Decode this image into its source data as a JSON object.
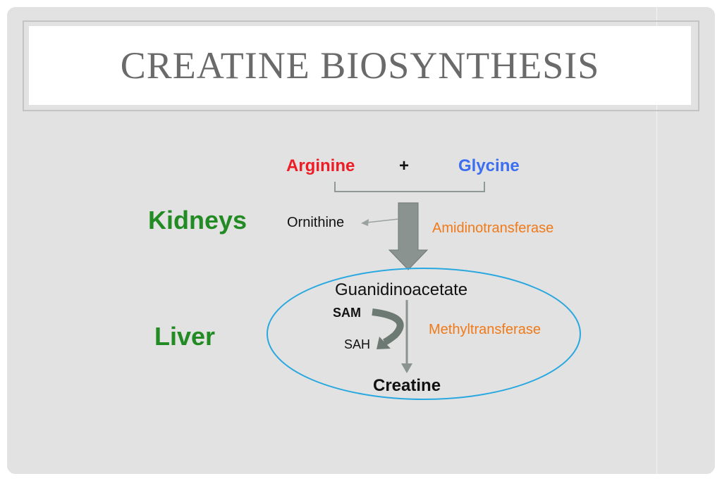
{
  "title": "CREATINE BIOSYNTHESIS",
  "organs": {
    "kidneys": "Kidneys",
    "liver": "Liver"
  },
  "reactants": {
    "arginine": "Arginine",
    "plus": "+",
    "glycine": "Glycine"
  },
  "byproducts": {
    "ornithine": "Ornithine"
  },
  "enzymes": {
    "amidinotransferase": "Amidinotransferase",
    "methyltransferase": "Methyltransferase"
  },
  "intermediates": {
    "guanidinoacetate": "Guanidinoacetate",
    "sam": "SAM",
    "sah": "SAH"
  },
  "product": "Creatine",
  "colors": {
    "arginine": "#ee1c25",
    "glycine": "#3b6ef0",
    "organ": "#238b23",
    "enzyme": "#f07a1a",
    "ellipse": "#29a8e0",
    "arrow": "#8a9390"
  }
}
